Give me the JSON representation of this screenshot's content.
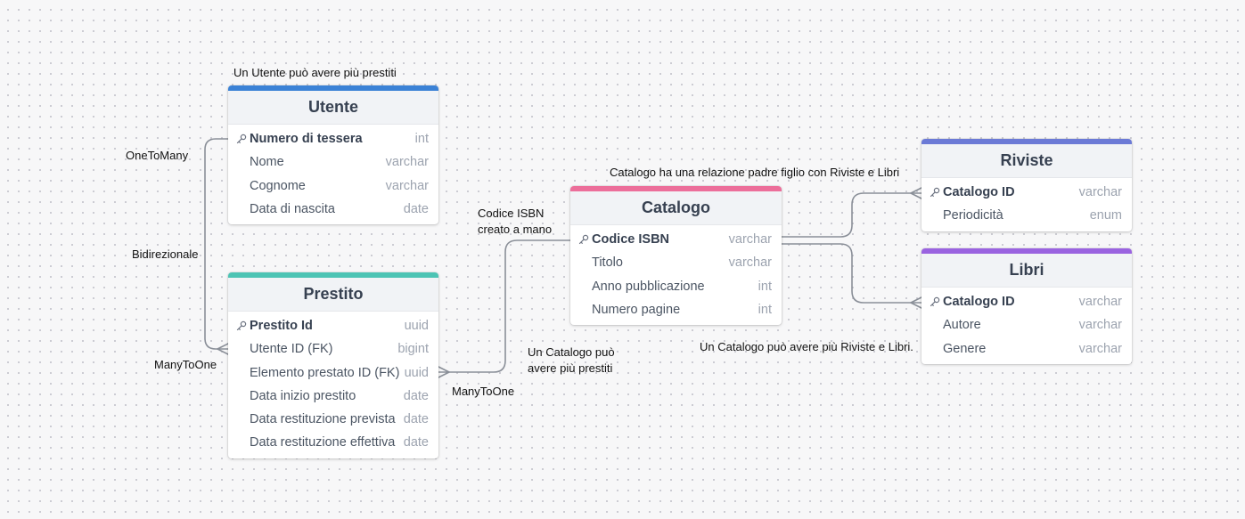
{
  "tables": {
    "utente": {
      "title": "Utente",
      "accent": "#3b82d6",
      "columns": [
        {
          "name": "Numero di tessera",
          "type": "int",
          "pk": true
        },
        {
          "name": "Nome",
          "type": "varchar",
          "pk": false
        },
        {
          "name": "Cognome",
          "type": "varchar",
          "pk": false
        },
        {
          "name": "Data di nascita",
          "type": "date",
          "pk": false
        }
      ]
    },
    "prestito": {
      "title": "Prestito",
      "accent": "#4cc4b4",
      "columns": [
        {
          "name": "Prestito Id",
          "type": "uuid",
          "pk": true
        },
        {
          "name": "Utente ID (FK)",
          "type": "bigint",
          "pk": false
        },
        {
          "name": "Elemento prestato ID (FK)",
          "type": "uuid",
          "pk": false
        },
        {
          "name": "Data inizio prestito",
          "type": "date",
          "pk": false
        },
        {
          "name": "Data restituzione prevista",
          "type": "date",
          "pk": false
        },
        {
          "name": "Data restituzione effettiva",
          "type": "date",
          "pk": false
        }
      ]
    },
    "catalogo": {
      "title": "Catalogo",
      "accent": "#ec6e9a",
      "columns": [
        {
          "name": "Codice ISBN",
          "type": "varchar",
          "pk": true
        },
        {
          "name": "Titolo",
          "type": "varchar",
          "pk": false
        },
        {
          "name": "Anno pubblicazione",
          "type": "int",
          "pk": false
        },
        {
          "name": "Numero pagine",
          "type": "int",
          "pk": false
        }
      ]
    },
    "riviste": {
      "title": "Riviste",
      "accent": "#6b7ad6",
      "columns": [
        {
          "name": "Catalogo ID",
          "type": "varchar",
          "pk": true
        },
        {
          "name": "Periodicità",
          "type": "enum",
          "pk": false
        }
      ]
    },
    "libri": {
      "title": "Libri",
      "accent": "#9a63e0",
      "columns": [
        {
          "name": "Catalogo ID",
          "type": "varchar",
          "pk": true
        },
        {
          "name": "Autore",
          "type": "varchar",
          "pk": false
        },
        {
          "name": "Genere",
          "type": "varchar",
          "pk": false
        }
      ]
    }
  },
  "notes": {
    "utente_prestiti": "Un Utente può avere più prestiti",
    "one_to_many": "OneToMany",
    "bidirezionale": "Bidirezionale",
    "many_to_one_left": "ManyToOne",
    "codice_isbn_line1": "Codice ISBN",
    "codice_isbn_line2": "creato a mano",
    "catalogo_prestiti_line1": "Un Catalogo può",
    "catalogo_prestiti_line2": "avere più prestiti",
    "many_to_one_mid": "ManyToOne",
    "padre_figlio": "Catalogo ha una relazione padre figlio con Riviste e Libri",
    "catalogo_riviste_libri": "Un Catalogo può avere più Riviste e Libri."
  },
  "colors": {
    "canvas": "#f7f7f8",
    "edge": "#8a8f98"
  }
}
